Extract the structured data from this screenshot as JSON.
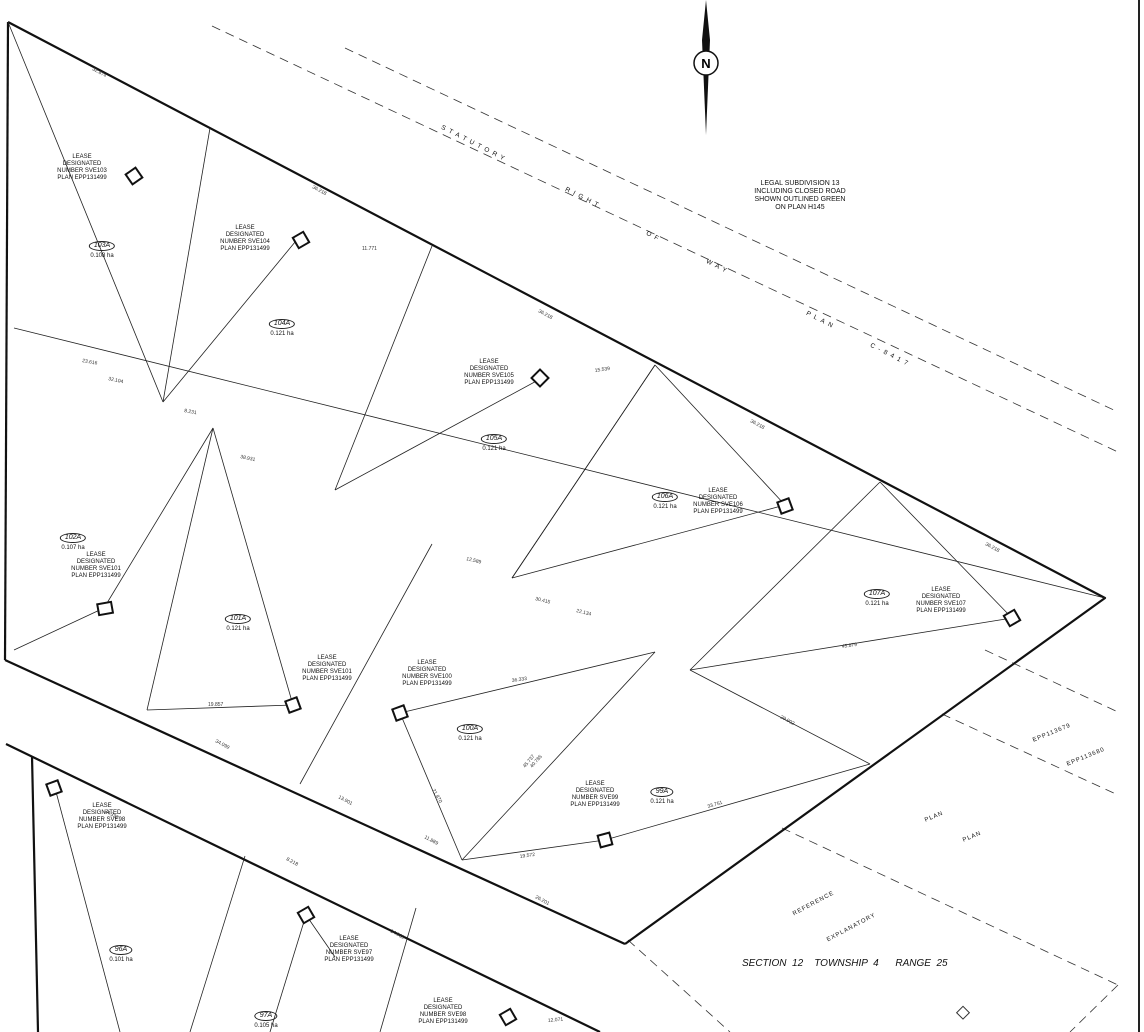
{
  "north_label": "N",
  "road": {
    "words": [
      "STATUTORY",
      "RIGHT",
      "OF",
      "WAY",
      "PLAN",
      "C-8417"
    ]
  },
  "lsd_note": {
    "lines": [
      "LEGAL SUBDIVISION 13",
      "INCLUDING CLOSED ROAD",
      "SHOWN OUTLINED GREEN",
      "ON PLAN H145"
    ]
  },
  "section_label": "SECTION  12    TOWNSHIP  4      RANGE  25",
  "plan_refs": {
    "epp1": "EPP113679",
    "epp2": "EPP113680",
    "plan1": "PLAN",
    "plan2": "PLAN",
    "ref1": "REFERENCE",
    "ref2": "EXPLANATORY"
  },
  "lots": [
    {
      "id": "103A",
      "area": "0.108 ha"
    },
    {
      "id": "104A",
      "area": "0.121 ha"
    },
    {
      "id": "105A",
      "area": "0.121 ha"
    },
    {
      "id": "106A",
      "area": "0.121 ha"
    },
    {
      "id": "107A",
      "area": "0.121 ha"
    },
    {
      "id": "102A",
      "area": "0.107 ha"
    },
    {
      "id": "101A",
      "area": "0.121 ha"
    },
    {
      "id": "100A",
      "area": "0.121 ha"
    },
    {
      "id": "99A",
      "area": "0.121 ha"
    },
    {
      "id": "96A",
      "area": "0.101 ha"
    },
    {
      "id": "97A",
      "area": "0.105 ha"
    }
  ],
  "leases": [
    {
      "lines": [
        "LEASE",
        "DESIGNATED",
        "NUMBER SVE103",
        "PLAN EPP131499"
      ]
    },
    {
      "lines": [
        "LEASE",
        "DESIGNATED",
        "NUMBER SVE104",
        "PLAN EPP131499"
      ]
    },
    {
      "lines": [
        "LEASE",
        "DESIGNATED",
        "NUMBER SVE105",
        "PLAN EPP131499"
      ]
    },
    {
      "lines": [
        "LEASE",
        "DESIGNATED",
        "NUMBER SVE106",
        "PLAN EPP131499"
      ]
    },
    {
      "lines": [
        "LEASE",
        "DESIGNATED",
        "NUMBER SVE107",
        "PLAN EPP131499"
      ]
    },
    {
      "lines": [
        "LEASE",
        "DESIGNATED",
        "NUMBER SVE101",
        "PLAN EPP131499"
      ]
    },
    {
      "lines": [
        "LEASE",
        "DESIGNATED",
        "NUMBER SVE101",
        "PLAN EPP131499"
      ]
    },
    {
      "lines": [
        "LEASE",
        "DESIGNATED",
        "NUMBER SVE100",
        "PLAN EPP131499"
      ]
    },
    {
      "lines": [
        "LEASE",
        "DESIGNATED",
        "NUMBER SVE99",
        "PLAN EPP131499"
      ]
    },
    {
      "lines": [
        "LEASE",
        "DESIGNATED",
        "NUMBER SVE98",
        "PLAN EPP131499"
      ]
    },
    {
      "lines": [
        "LEASE",
        "DESIGNATED",
        "NUMBER SVE97",
        "PLAN EPP131499"
      ]
    },
    {
      "lines": [
        "LEASE",
        "DESIGNATED",
        "NUMBER SVE98",
        "PLAN EPP131499"
      ]
    }
  ],
  "dimensions": [
    "32.874",
    "36.218",
    "36.218",
    "36.218",
    "36.218",
    "11.771",
    "15.539",
    "23.616",
    "32.104",
    "36.333",
    "12.589",
    "22.134",
    "30.415",
    "45.879",
    "29.902",
    "19.857",
    "8.231",
    "38.931",
    "45.737",
    "13.901",
    "11.889",
    "26.201",
    "34.099",
    "24.332",
    "14.989",
    "19.572",
    "12.071",
    "33.751",
    "40.785",
    "21.870",
    "8.218"
  ]
}
